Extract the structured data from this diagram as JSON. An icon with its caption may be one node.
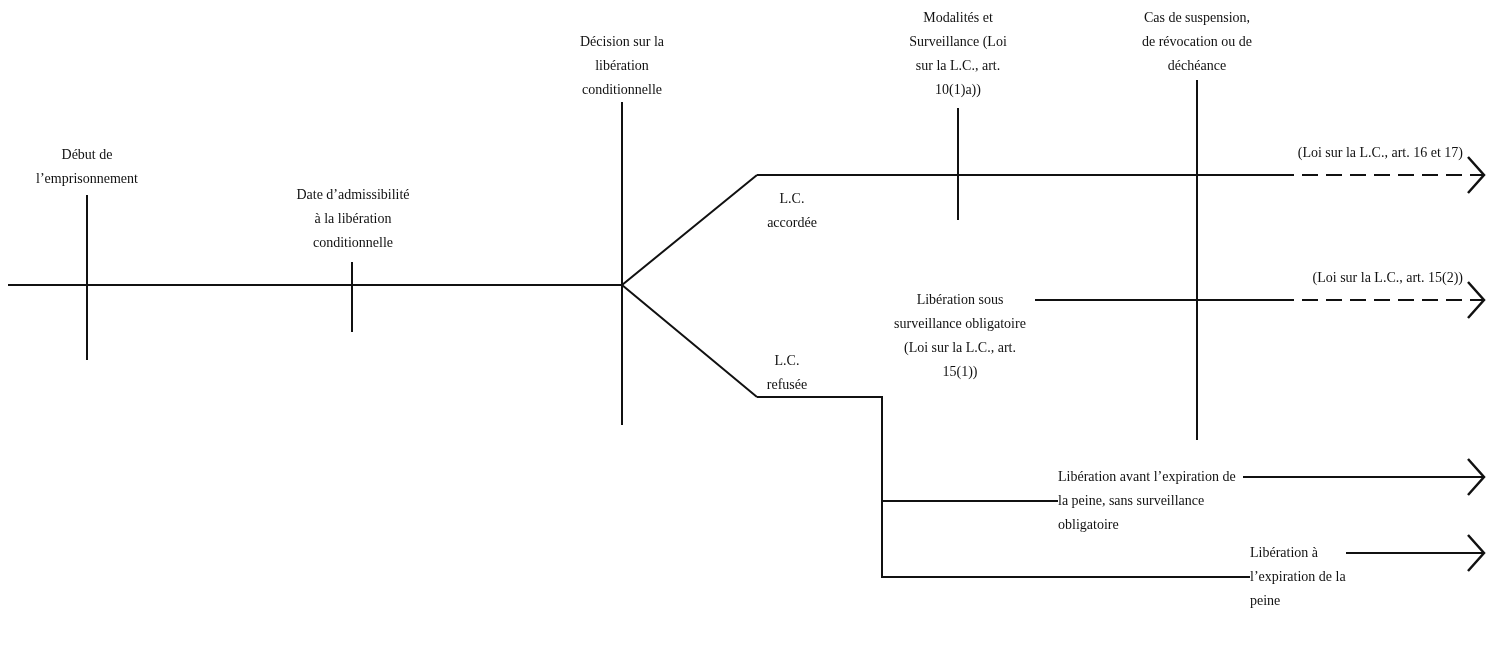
{
  "diagram": {
    "nodes": [
      {
        "text": [
          "Début de l’emprisonnement"
        ]
      },
      {
        "text": [
          "Date d’admissibilité à la libération conditionnelle"
        ]
      },
      {
        "text": [
          "Décision sur la libération conditionnelle"
        ]
      },
      {
        "text": [
          "L.C. accordée"
        ]
      },
      {
        "text": [
          "Modalités et Surveillance (Loi sur la L.C., art. 10(1)a))"
        ]
      },
      {
        "text": [
          "Cas de suspension, de révocation ou de déchéance"
        ]
      },
      {
        "text": [
          "L.C. refusée"
        ]
      },
      {
        "text": [
          "Libération sous surveillance obligatoire (Loi sur la L.C., art. 15(1))"
        ]
      },
      {
        "text": [
          "Libération avant l’expiration de la peine, sans surveillance obligatoire"
        ]
      },
      {
        "text": [
          "Libération à l’expiration de la peine"
        ]
      }
    ],
    "edges": [
      {
        "from": null,
        "to": 3,
        "arrow": "none"
      },
      {
        "from": null,
        "to": 6,
        "arrow": "none"
      },
      {
        "from": 3,
        "to": null,
        "arrow": "to",
        "style": "dashed",
        "label": "(Loi sur la L.C., art. 16 et 17)"
      },
      {
        "from": 7,
        "to": null,
        "arrow": "to",
        "style": "dashed",
        "label": "(Loi sur la L.C., art. 15(2))"
      },
      {
        "from": 6,
        "to": 8,
        "arrow": "none"
      },
      {
        "from": 8,
        "to": null,
        "arrow": "to"
      },
      {
        "from": 6,
        "to": 9,
        "arrow": "none"
      },
      {
        "from": 9,
        "to": null,
        "arrow": "to"
      }
    ]
  }
}
